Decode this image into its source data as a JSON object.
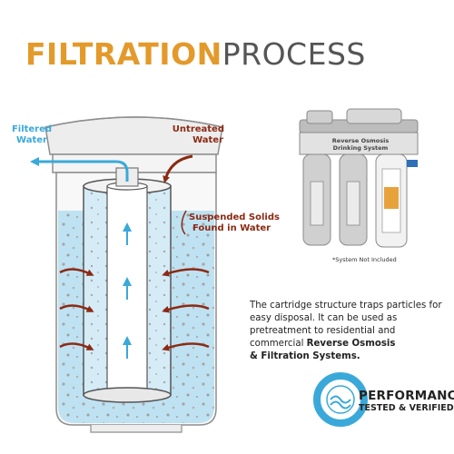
{
  "header": {
    "title_bold": "FILTRATION",
    "title_light": "PROCESS"
  },
  "diagram": {
    "filtered_line1": "Filtered",
    "filtered_line2": "Water",
    "untreated_line1": "Untreated",
    "untreated_line2": "Water",
    "solids_line1": "Suspended Solids",
    "solids_line2": "Found in Water"
  },
  "product": {
    "label_line1": "Reverse Osmosis",
    "label_line2": "Drinking System",
    "note": "*System Not Included"
  },
  "description": {
    "text_part1": "The cartridge structure traps particles for easy disposal. It can be used as pretreatment to residential and commercial ",
    "bold_part1": "Reverse Osmosis",
    "bold_part2": "& Filtration Systems."
  },
  "badge": {
    "line1": "PERFORMANCE",
    "line2": "TESTED & VERIFIED"
  },
  "colors": {
    "accent_orange": "#E39A2B",
    "filtered_blue": "#3AA9D9",
    "untreated_red": "#8B2A14",
    "water_blue": "#BFE2F2"
  }
}
